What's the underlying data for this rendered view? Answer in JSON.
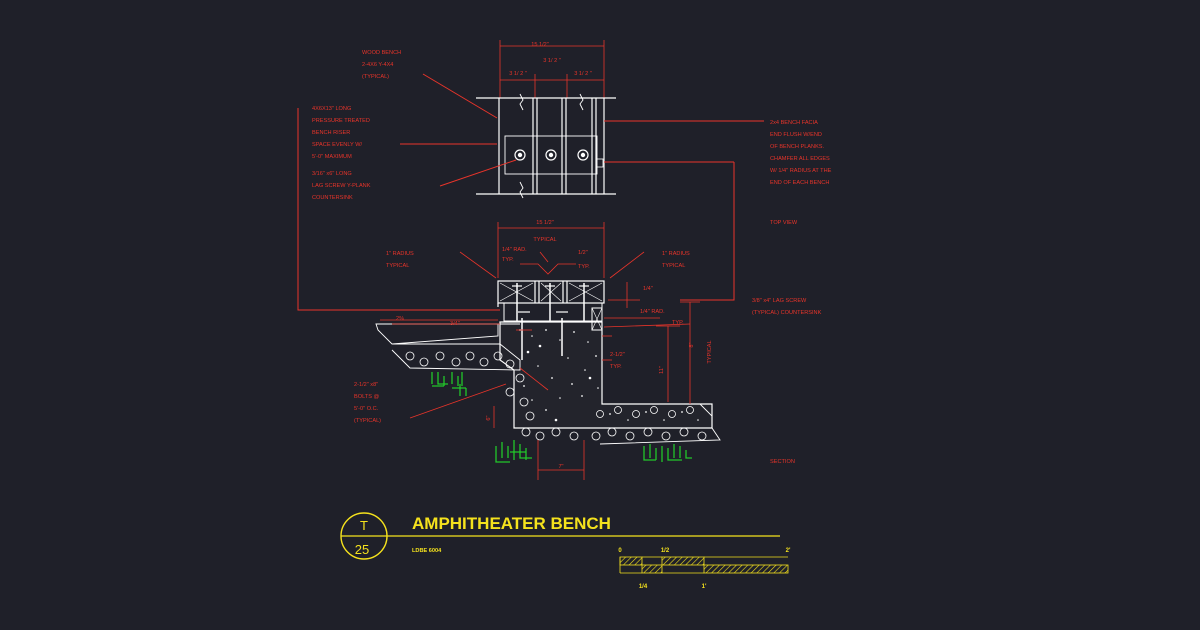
{
  "colors": {
    "background": "#1f2029",
    "annotation": "#e8342a",
    "linework": "#ffffff",
    "vegetation": "#22c72a",
    "title": "#f5e21d"
  },
  "top_view": {
    "dim_overall": "15 1/2\"",
    "dim_gap": "3  1/  2 \"",
    "dim_left": "3  1/  2 \"",
    "dim_right": "3  1/  2 \"",
    "notes": {
      "wood_bench": [
        "WOOD BENCH",
        "2-4X6 Y-4X4",
        "(TYPICAL)"
      ],
      "riser": [
        "4X6X13\" LONG",
        "PRESSURE TREATED",
        "BENCH RISER",
        "SPACE EVENLY W/",
        "5'-0\" MAXIMUM"
      ],
      "lag": [
        "3/16\" x6\" LONG",
        "LAG SCREW Y-PLANK",
        "COUNTERSINK"
      ],
      "fascia": [
        "2x4 BENCH FACIA",
        "END FLUSH W/END",
        "OF BENCH PLANKS.",
        "CHAMFER ALL EDGES",
        "W/ 1/4\" RADIUS AT THE",
        "END OF EACH BENCH"
      ]
    },
    "label": "TOP VIEW"
  },
  "section": {
    "dim_overall": "15 1/2\"",
    "dim_overall_sub": "TYPICAL",
    "notes": {
      "rad_quarter": [
        "1/4\" RAD.",
        "TYP."
      ],
      "half": [
        "1/2\"",
        "TYP."
      ],
      "radius_left": [
        "1\" RADIUS",
        "TYPICAL"
      ],
      "radius_right": [
        "1\" RADIUS",
        "TYPICAL"
      ],
      "quarter": "1/4\"",
      "rad_quarter_2": "1/4\" RAD.",
      "typ": "TYP.",
      "lag_screw": [
        "3/8\" x4\" LAG SCREW",
        "(TYPICAL) COUNTERSINK"
      ],
      "slope": "2%",
      "three_quarter": "3/4\"",
      "two_half": [
        "2-1/2\"",
        "TYP."
      ],
      "eleven": "11\"",
      "eight": "8\"",
      "eight_typical": "TYPICAL",
      "bolts": [
        "2-1/2\" x8\"",
        "BOLTS @",
        "5'-0\" O.C.",
        "(TYPICAL)"
      ],
      "six": "6\"",
      "seven": "7\""
    },
    "label": "SECTION"
  },
  "title_block": {
    "detail_letter": "T",
    "detail_number": "25",
    "title": "AMPHITHEATER BENCH",
    "code": "LDBE 6004",
    "scale_labels": {
      "zero": "0",
      "half": "1/2",
      "two": "2'",
      "quarter": "1/4",
      "one": "1'"
    }
  }
}
